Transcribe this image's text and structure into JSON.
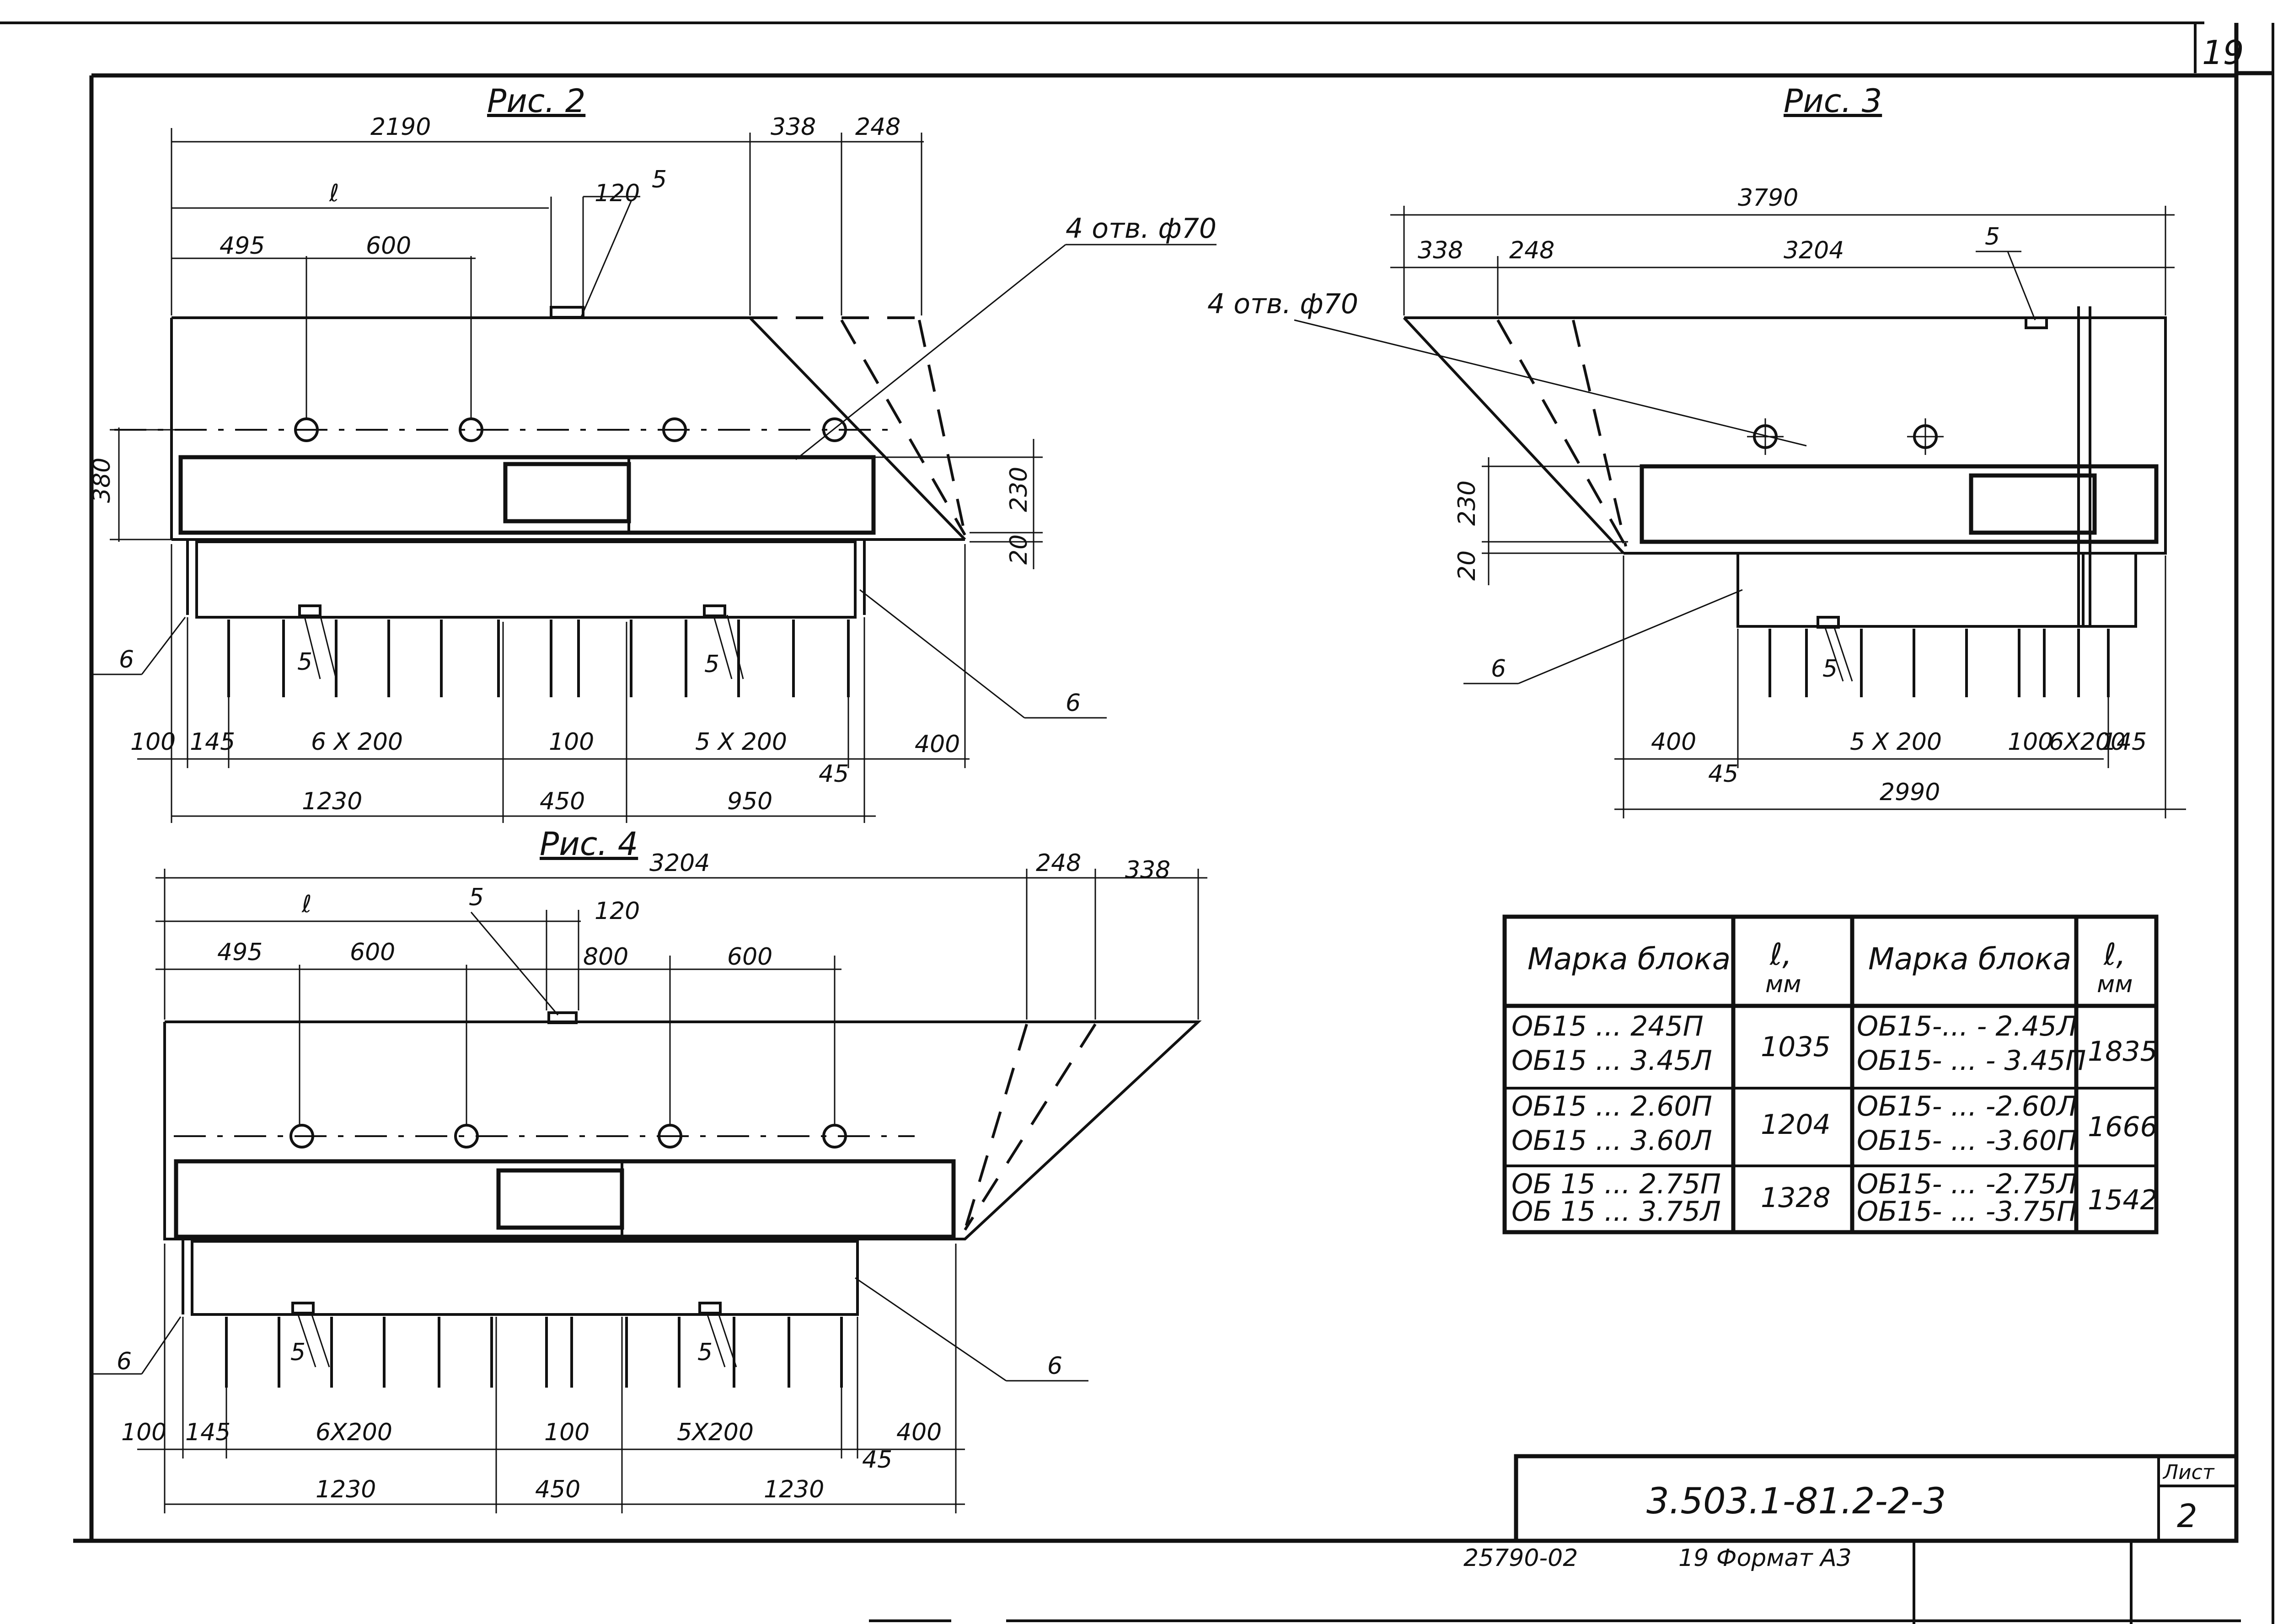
{
  "sheet": {
    "page_number": "19",
    "stamp": "25790-02",
    "format_label": "19 Формат А3",
    "doc_code": "3.503.1-81.2-2-3",
    "sheet_label": "Лист",
    "sheet_number": "2"
  },
  "fig2": {
    "title": "Рис. 2",
    "holes_label": "4 отв. ф70",
    "dims": {
      "d2190": "2190",
      "d338": "338",
      "d248": "248",
      "l": "ℓ",
      "d120": "120",
      "n5": "5",
      "d495": "495",
      "d600": "600",
      "d380": "380",
      "d230": "230",
      "d20": "20",
      "n6a": "6",
      "n5a": "5",
      "n5b": "5",
      "n6b": "6",
      "d100": "100",
      "d145": "145",
      "d6x200": "6 Х 200",
      "d100b": "100",
      "d5x200": "5 Х 200",
      "d400": "400",
      "d45": "45",
      "d1230": "1230",
      "d450": "450",
      "d950": "950"
    }
  },
  "fig3": {
    "title": "Рис. 3",
    "holes_label": "4 отв. ф70",
    "dims": {
      "d3790": "3790",
      "d338": "338",
      "d248": "248",
      "d3204": "3204",
      "n5": "5",
      "d230": "230",
      "d20": "20",
      "n6": "6",
      "n5a": "5",
      "d400": "400",
      "d5x200": "5 Х 200",
      "d100": "100",
      "d6x200": "6Х200",
      "d145": "145",
      "d45": "45",
      "d2990": "2990"
    }
  },
  "fig4": {
    "title": "Рис. 4",
    "dims": {
      "d3204": "3204",
      "d248": "248",
      "d338": "338",
      "l": "ℓ",
      "n5": "5",
      "d120": "120",
      "d495": "495",
      "d600": "600",
      "d800": "800",
      "d600b": "600",
      "n6a": "6",
      "n5a": "5",
      "n5b": "5",
      "n6b": "6",
      "d100": "100",
      "d145": "145",
      "d6x200": "6Х200",
      "d100b": "100",
      "d5x200": "5Х200",
      "d400": "400",
      "d45": "45",
      "d1230": "1230",
      "d450": "450",
      "d1230b": "1230"
    }
  },
  "table": {
    "header": {
      "mark1": "Марка блока",
      "l1": "ℓ,",
      "mm1": "мм",
      "mark2": "Марка блока",
      "l2": "ℓ,",
      "mm2": "мм"
    },
    "rows": [
      {
        "mark_a": "ОБ15 ... 245П",
        "mark_b": "ОБ15 ... 3.45Л",
        "l": "1035",
        "mark2_a": "ОБ15-... - 2.45Л",
        "mark2_b": "ОБ15- ... - 3.45П",
        "l2": "1835"
      },
      {
        "mark_a": "ОБ15 ... 2.60П",
        "mark_b": "ОБ15 ... 3.60Л",
        "l": "1204",
        "mark2_a": "ОБ15- ... -2.60Л",
        "mark2_b": "ОБ15- ... -3.60П",
        "l2": "1666"
      },
      {
        "mark_a": "ОБ 15 ... 2.75П",
        "mark_b": "ОБ 15 ... 3.75Л",
        "l": "1328",
        "mark2_a": "ОБ15- ... -2.75Л",
        "mark2_b": "ОБ15- ... -3.75П",
        "l2": "1542"
      }
    ]
  }
}
